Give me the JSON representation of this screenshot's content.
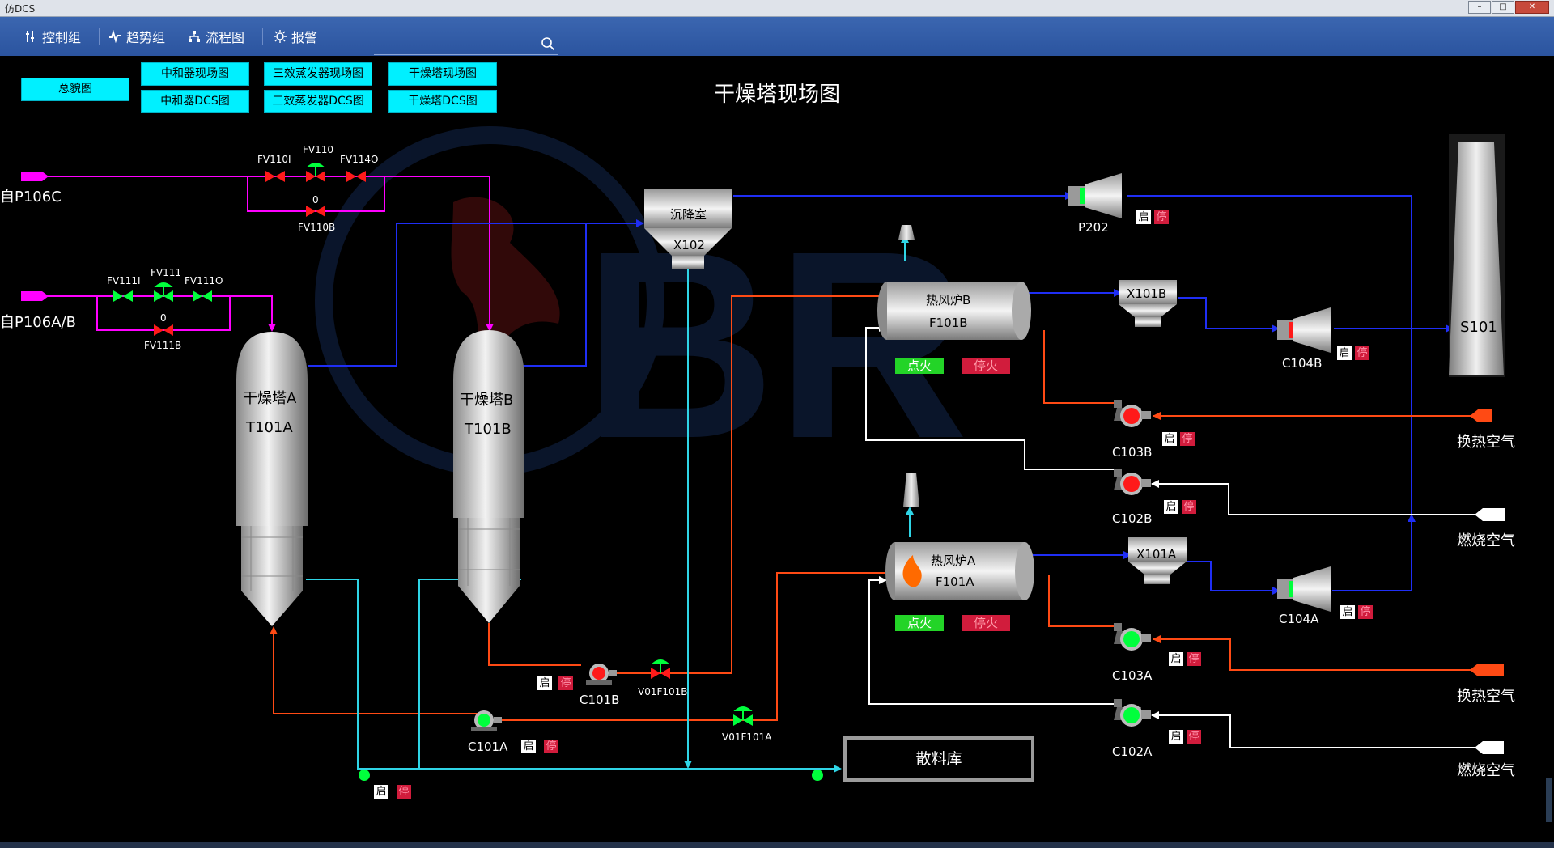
{
  "window": {
    "title": "仿DCS",
    "min": "–",
    "max": "□",
    "close": "✕"
  },
  "menu": [
    {
      "label": "控制组",
      "icon": "control-group-icon"
    },
    {
      "label": "趋势组",
      "icon": "trend-icon"
    },
    {
      "label": "流程图",
      "icon": "flowchart-icon"
    },
    {
      "label": "报警",
      "icon": "alarm-icon"
    }
  ],
  "search": {
    "placeholder": ""
  },
  "nav": {
    "overview": "总貌图",
    "neutralizer_field": "中和器现场图",
    "neutralizer_dcs": "中和器DCS图",
    "evaporator_field": "三效蒸发器现场图",
    "evaporator_dcs": "三效蒸发器DCS图",
    "dryer_field": "干燥塔现场图",
    "dryer_dcs": "干燥塔DCS图"
  },
  "page_title": "干燥塔现场图",
  "sources": {
    "p106c": "自P106C",
    "p106ab": "自P106A/B",
    "heat_air_1": "换热空气",
    "heat_air_2": "换热空气",
    "burn_air_1": "燃烧空气",
    "burn_air_2": "燃烧空气"
  },
  "valves": {
    "fv110i": "FV110I",
    "fv110": "FV110",
    "fv114o": "FV114O",
    "fv110b": "FV110B",
    "fv110b_value": "0",
    "fv111i": "FV111I",
    "fv111": "FV111",
    "fv111o": "FV111O",
    "fv111b": "FV111B",
    "fv111b_value": "0",
    "v01f101b": "V01F101B",
    "v01f101a": "V01F101A"
  },
  "towers": {
    "a_name": "干燥塔A",
    "a_tag": "T101A",
    "b_name": "干燥塔B",
    "b_tag": "T101B"
  },
  "settler": {
    "name": "沉降室",
    "tag": "X102"
  },
  "furnaces": {
    "b_name": "热风炉B",
    "b_tag": "F101B",
    "a_name": "热风炉A",
    "a_tag": "F101A"
  },
  "separators": {
    "x101b": "X101B",
    "x101a": "X101A"
  },
  "stack": {
    "tag": "S101"
  },
  "equipment": {
    "p202": "P202",
    "c104b": "C104B",
    "c104a": "C104A",
    "c103b": "C103B",
    "c102b": "C102B",
    "c103a": "C103A",
    "c102a": "C102A",
    "c101b": "C101B",
    "c101a": "C101A"
  },
  "controls": {
    "start": "启",
    "stop": "停",
    "ignite": "点火",
    "extinguish": "停火"
  },
  "warehouse": "散料库",
  "colors": {
    "accent": "#00f0ff",
    "menu": "#2f5aa6",
    "pipe_magenta": "#ff00ff",
    "pipe_blue": "#1f2ef5",
    "pipe_orange": "#ff4a14",
    "pipe_cyan": "#2fd5e6",
    "run_green": "#00ff3c",
    "stop_red": "#ff1a1a"
  }
}
